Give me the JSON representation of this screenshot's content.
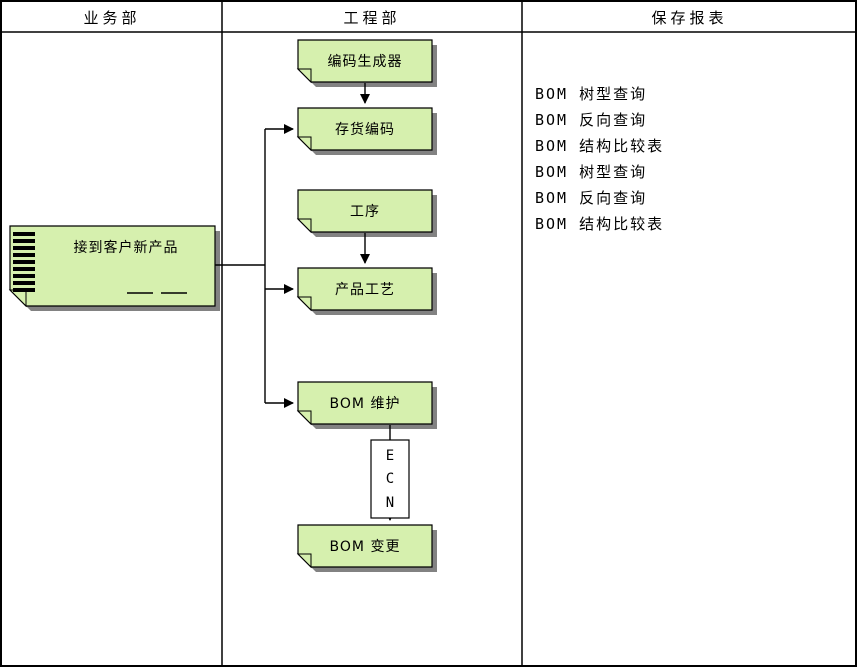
{
  "columns": [
    "业务部",
    "工程部",
    "保存报表"
  ],
  "business": {
    "document_label": "接到客户新产品"
  },
  "engineering": {
    "boxes": [
      "编码生成器",
      "存货编码",
      "工序",
      "产品工艺",
      "BOM 维护",
      "BOM 变更"
    ],
    "ecn": [
      "E",
      "C",
      "N"
    ]
  },
  "reports": [
    "BOM 树型查询",
    "BOM 反向查询",
    "BOM 结构比较表",
    "BOM 树型查询",
    "BOM 反向查询",
    "BOM 结构比较表"
  ],
  "colors": {
    "shape_fill": "#d6f0ae",
    "shape_shadow": "#828282",
    "line": "#000000",
    "background": "#ffffff"
  }
}
